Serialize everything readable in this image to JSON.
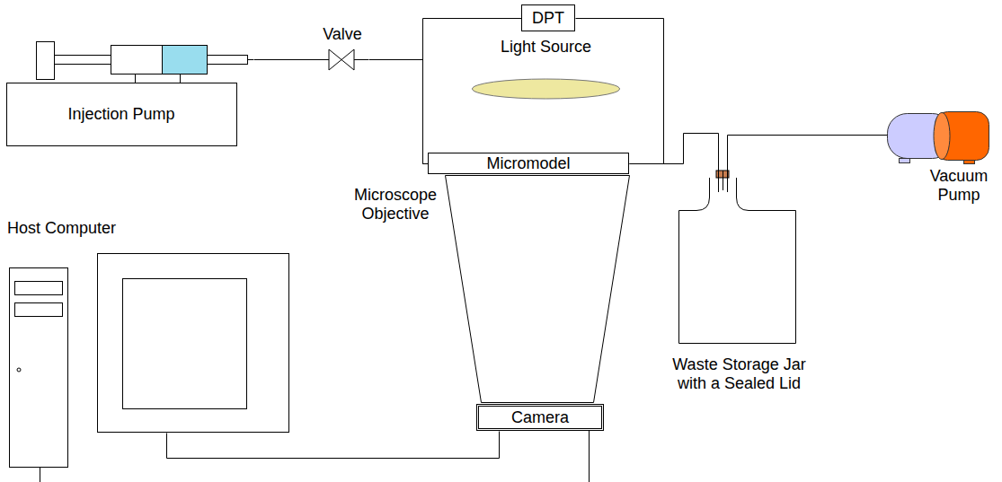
{
  "diagram": {
    "nodes": [
      {
        "text": [
          "Injection Pump"
        ]
      },
      {
        "text": [
          "Valve"
        ]
      },
      {
        "text": [
          "DPT"
        ]
      },
      {
        "text": [
          "Light Source"
        ]
      },
      {
        "text": [
          "Micromodel"
        ]
      },
      {
        "text": [
          "Microscope Objective"
        ]
      },
      {
        "text": [
          "Host Computer"
        ]
      },
      {
        "text": [
          "Camera"
        ]
      },
      {
        "text": [
          "Waste Storage Jar with a Sealed Lid"
        ]
      },
      {
        "text": [
          "Vacuum Pump"
        ]
      }
    ],
    "edges": [
      {
        "from": 0,
        "to": 1,
        "arrow": "none"
      },
      {
        "from": 1,
        "to": 4,
        "arrow": "none"
      },
      {
        "from": 2,
        "to": 4,
        "arrow": "none"
      },
      {
        "from": 2,
        "to": 4,
        "arrow": "none"
      },
      {
        "from": 4,
        "to": 8,
        "arrow": "none"
      },
      {
        "from": 8,
        "to": 9,
        "arrow": "none"
      },
      {
        "from": 7,
        "to": 6,
        "arrow": "none"
      }
    ]
  }
}
